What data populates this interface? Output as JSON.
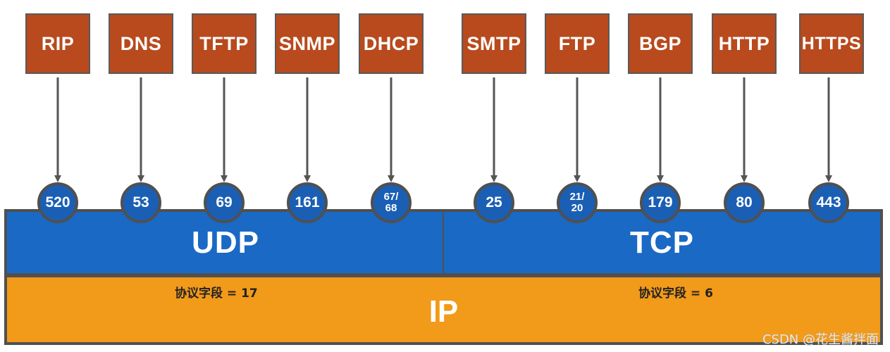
{
  "udp_protocols": [
    {
      "name": "RIP",
      "port": "520"
    },
    {
      "name": "DNS",
      "port": "53"
    },
    {
      "name": "TFTP",
      "port": "69"
    },
    {
      "name": "SNMP",
      "port": "161"
    },
    {
      "name": "DHCP",
      "port": "67/\n68"
    }
  ],
  "tcp_protocols": [
    {
      "name": "SMTP",
      "port": "25"
    },
    {
      "name": "FTP",
      "port": "21/\n20"
    },
    {
      "name": "BGP",
      "port": "179"
    },
    {
      "name": "HTTP",
      "port": "80"
    },
    {
      "name": "HTTPS",
      "port": "443"
    }
  ],
  "transport": {
    "udp_label": "UDP",
    "tcp_label": "TCP"
  },
  "network": {
    "ip_label": "IP",
    "udp_field": "协议字段 = 17",
    "tcp_field": "协议字段 = 6"
  },
  "watermark": "CSDN @花生酱拌面",
  "colors": {
    "protocol_box": "#b84a1d",
    "port_circle": "#1a5fb4",
    "transport_layer": "#1a69c4",
    "ip_layer": "#f29a1a",
    "border": "#505050"
  }
}
